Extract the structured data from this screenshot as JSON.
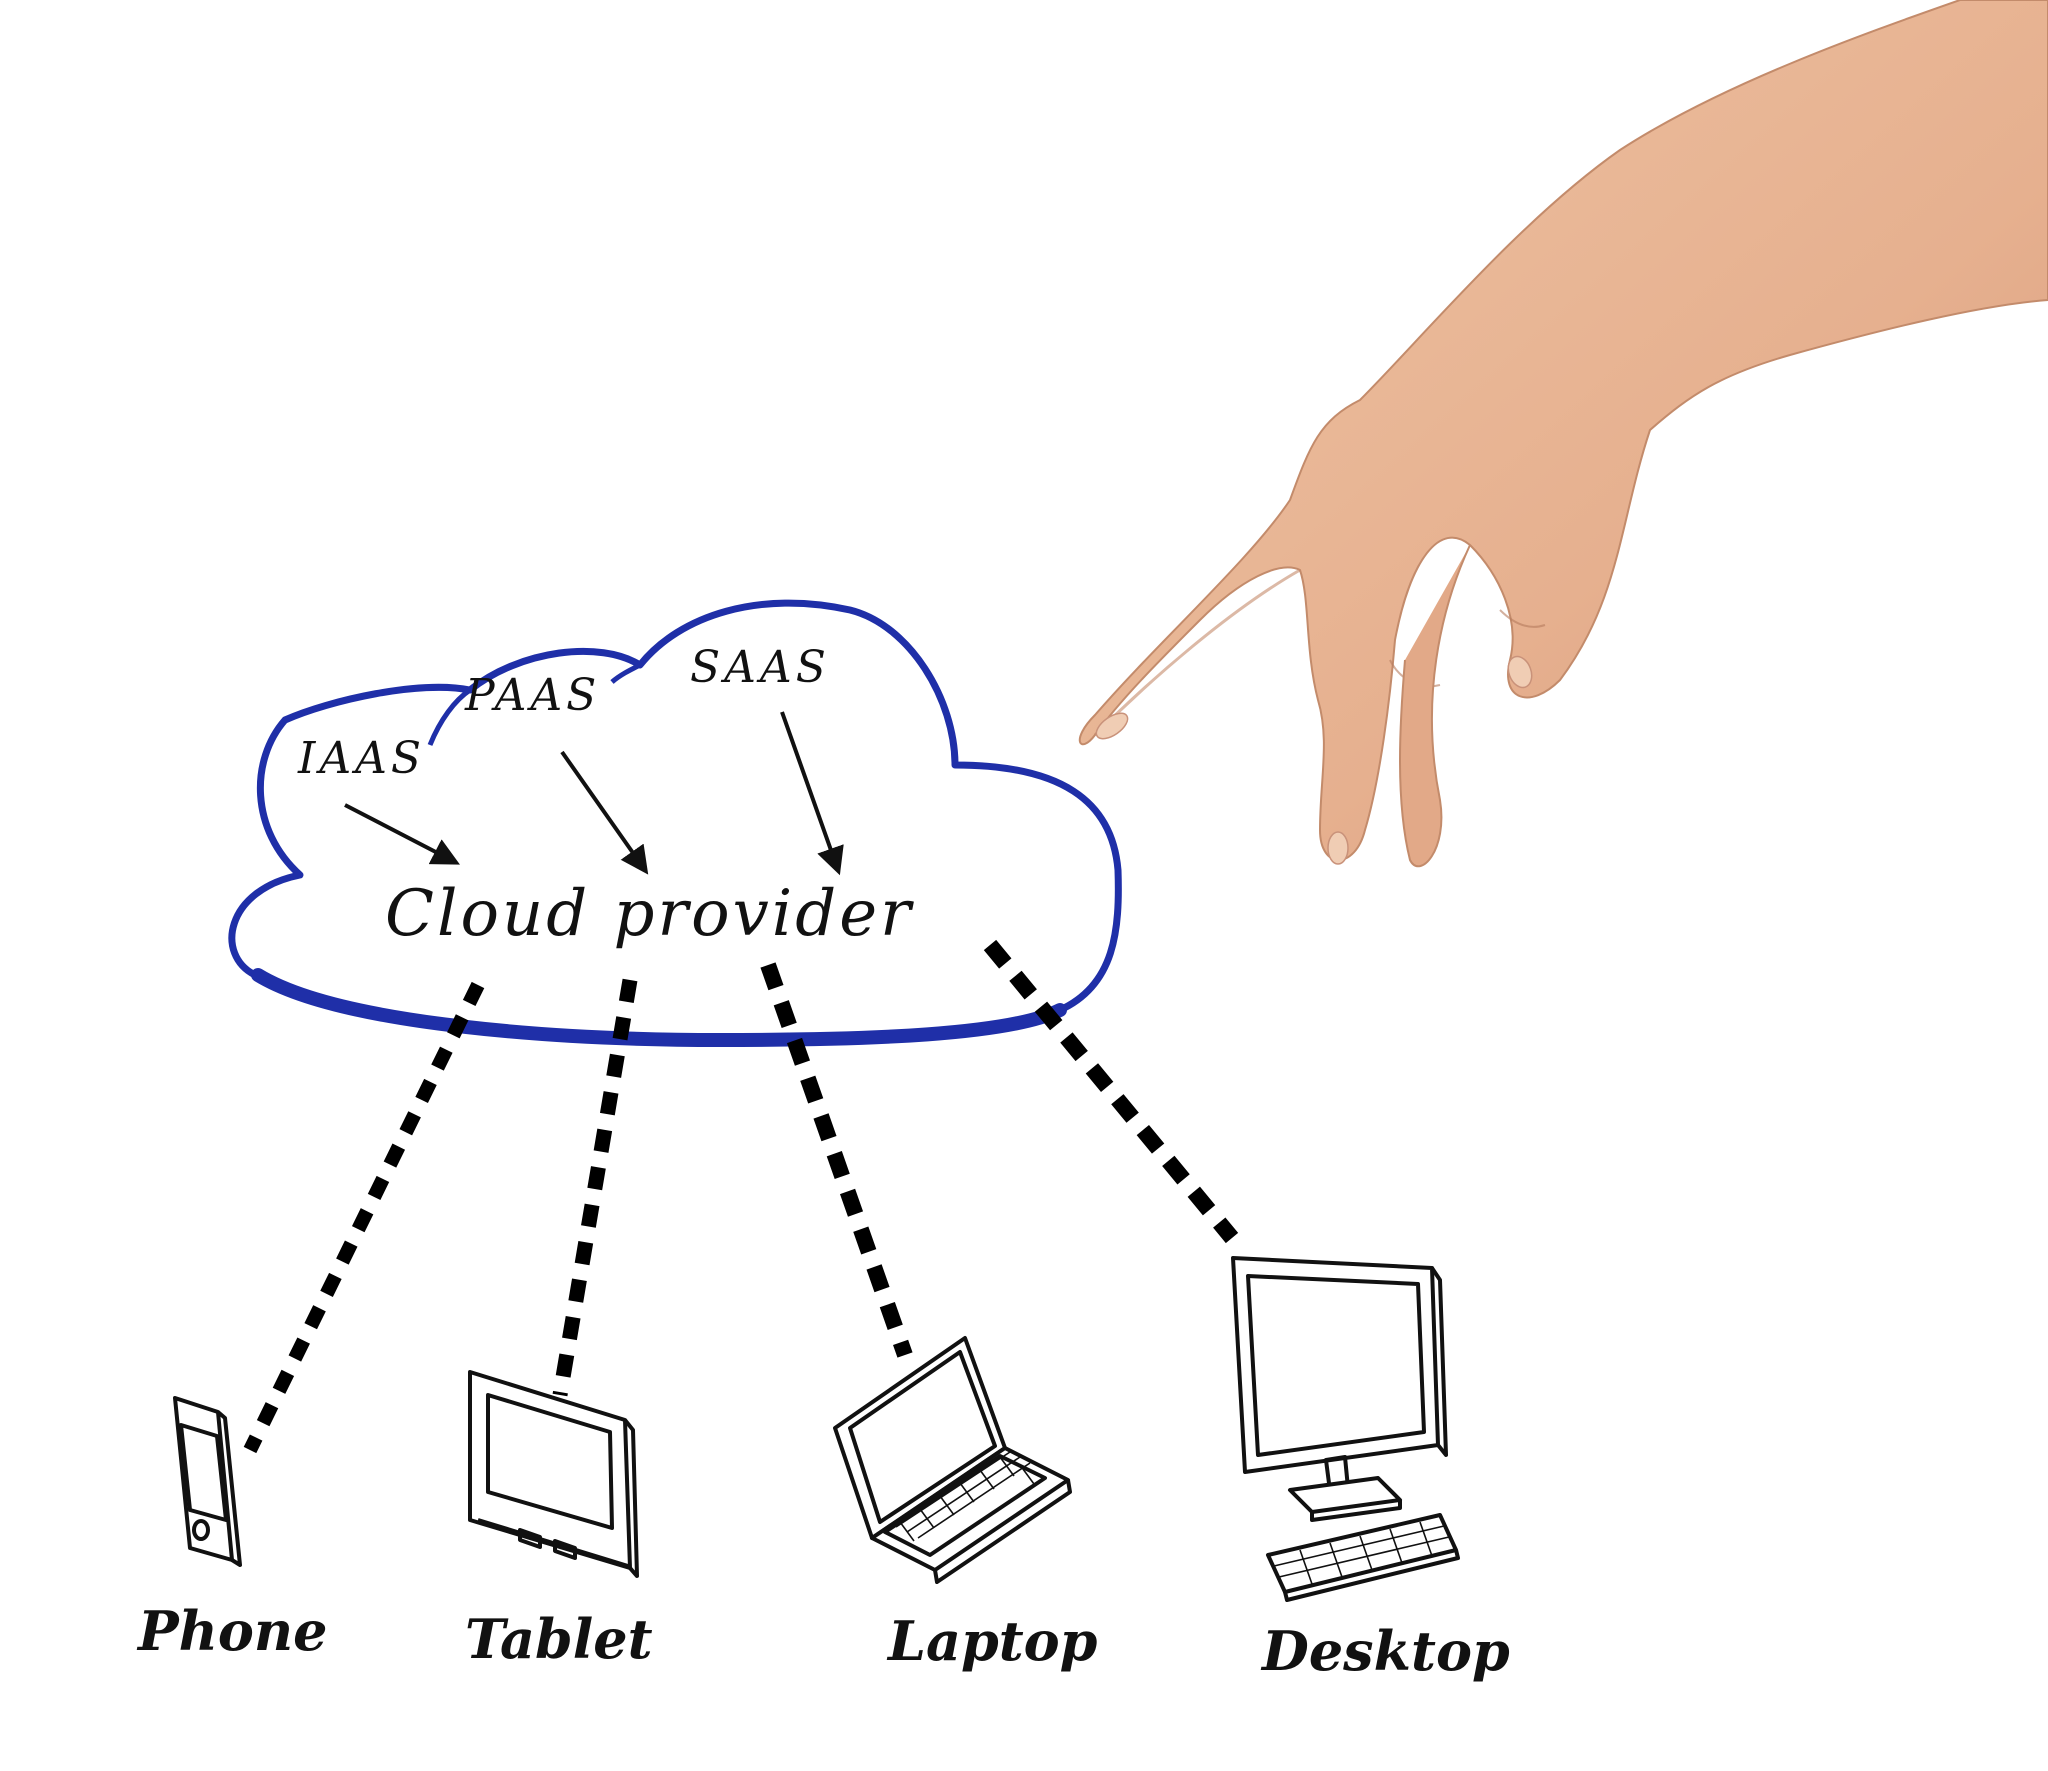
{
  "diagram": {
    "hub": {
      "label": "Cloud provider",
      "services": [
        "IAAS",
        "PAAS",
        "SAAS"
      ]
    },
    "devices": [
      {
        "label": "Phone",
        "icon": "phone-icon"
      },
      {
        "label": "Tablet",
        "icon": "tablet-icon"
      },
      {
        "label": "Laptop",
        "icon": "laptop-icon"
      },
      {
        "label": "Desktop",
        "icon": "desktop-icon"
      }
    ],
    "colors": {
      "cloud_outline": "#1f2fa8",
      "ink": "#111111",
      "skin": "#e8b898",
      "skin_shadow": "#c98e6e",
      "background": "#ffffff"
    }
  }
}
